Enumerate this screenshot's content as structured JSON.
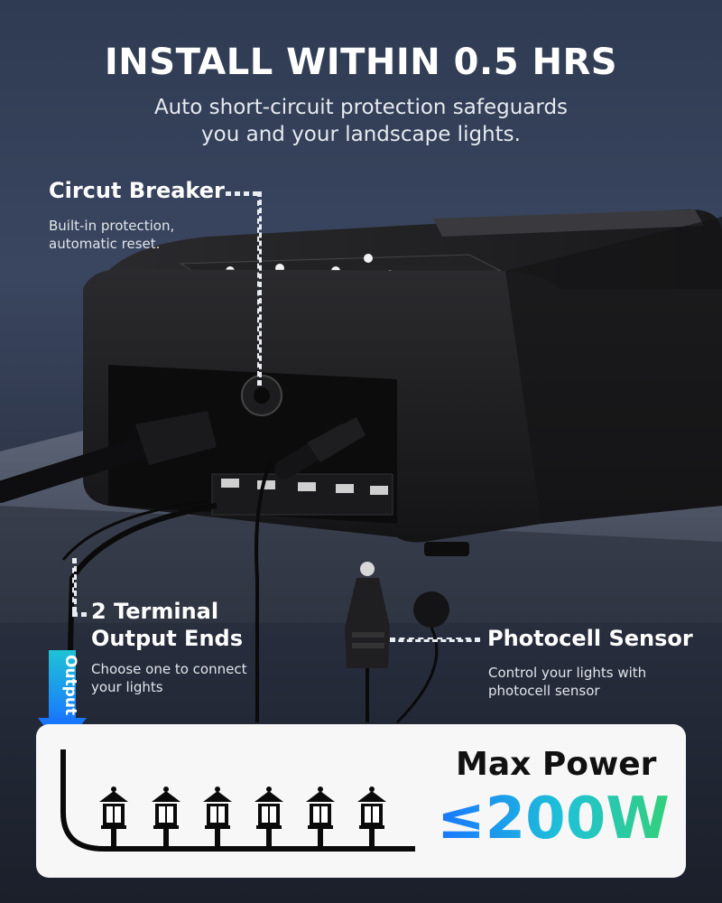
{
  "headline": "INSTALL WITHIN 0.5 HRS",
  "subhead": {
    "line1": "Auto short-circuit protection safeguards",
    "line2": "you and your landscape lights."
  },
  "callouts": {
    "breaker": {
      "title": "Circut Breaker",
      "desc_line1": "Built-in protection,",
      "desc_line2": "automatic reset."
    },
    "terminal": {
      "title_line1": "2 Terminal",
      "title_line2": "Output Ends",
      "desc_line1": "Choose one to connect",
      "desc_line2": "your lights"
    },
    "photocell": {
      "title": "Photocell Sensor",
      "desc_line1": "Control your lights with",
      "desc_line2": "photocell sensor"
    }
  },
  "output_arrow_label": "Output",
  "power": {
    "label": "Max Power",
    "value": "≤200W"
  },
  "colors": {
    "accent_gradient_start": "#1976ff",
    "accent_gradient_end": "#33d07a",
    "device_body": "#1c1c1e",
    "card_background": "#f7f7f7"
  },
  "icons": {
    "lamp": "garden-lamp-icon",
    "arrow": "arrow-down-icon"
  }
}
